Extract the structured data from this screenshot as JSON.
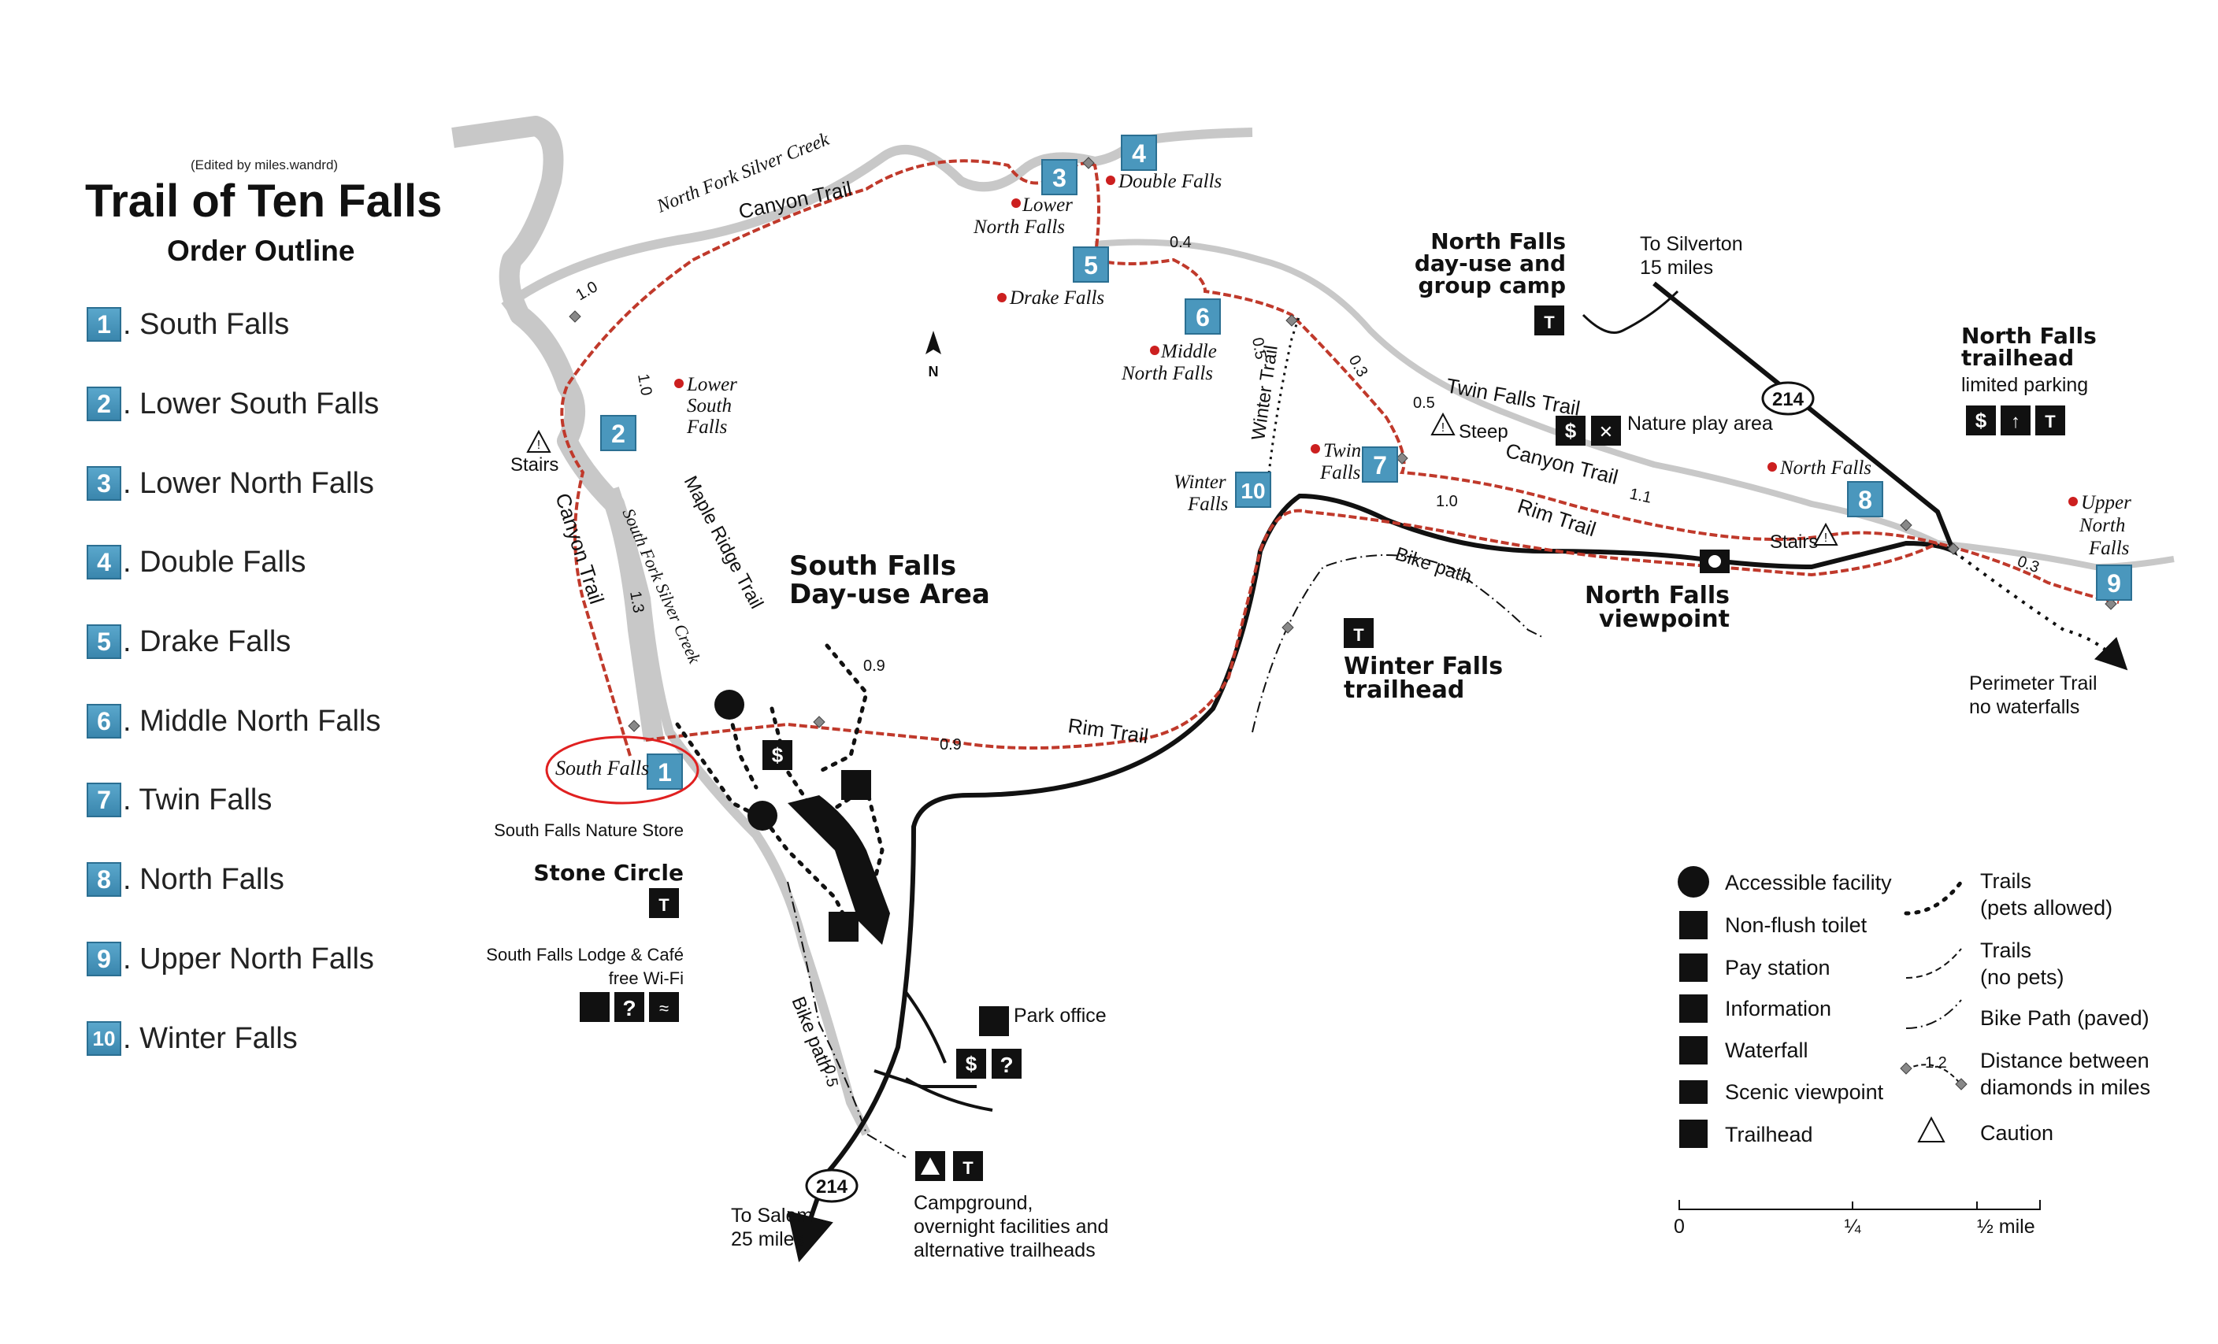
{
  "header": {
    "credit": "(Edited by miles.wandrd)",
    "title": "Trail of Ten Falls",
    "subtitle": "Order Outline"
  },
  "outline": [
    {
      "num": "1",
      "label": ". South Falls"
    },
    {
      "num": "2",
      "label": ". Lower South Falls"
    },
    {
      "num": "3",
      "label": ". Lower North Falls"
    },
    {
      "num": "4",
      "label": ". Double Falls"
    },
    {
      "num": "5",
      "label": ". Drake Falls"
    },
    {
      "num": "6",
      "label": ". Middle North Falls"
    },
    {
      "num": "7",
      "label": ". Twin Falls"
    },
    {
      "num": "8",
      "label": ". North Falls"
    },
    {
      "num": "9",
      "label": ". Upper North Falls"
    },
    {
      "num": "10",
      "label": ". Winter Falls"
    }
  ],
  "map": {
    "markers": [
      "1",
      "2",
      "3",
      "4",
      "5",
      "6",
      "7",
      "8",
      "9",
      "10"
    ],
    "falls": {
      "south": "South Falls",
      "lower_south": [
        "Lower",
        "South",
        "Falls"
      ],
      "lower_north": [
        "Lower",
        "North Falls"
      ],
      "double": "Double Falls",
      "drake": "Drake Falls",
      "middle_north": [
        "Middle",
        "North Falls"
      ],
      "twin": [
        "Twin",
        "Falls"
      ],
      "winter": [
        "Winter",
        "Falls"
      ],
      "north": "North Falls",
      "upper_north": [
        "Upper",
        "North",
        "Falls"
      ]
    },
    "trails": {
      "canyon": "Canyon Trail",
      "maple_ridge": "Maple Ridge Trail",
      "rim": "Rim Trail",
      "winter": "Winter Trail",
      "twin_falls": "Twin Falls Trail",
      "bike": "Bike path",
      "perimeter": [
        "Perimeter Trail",
        "no waterfalls"
      ]
    },
    "creeks": {
      "north_fork": "North Fork Silver Creek",
      "south_fork": "South Fork Silver Creek"
    },
    "distances": [
      "1.0",
      "1.0",
      "1.3",
      "0.4",
      "0.5",
      "0.3",
      "0.5",
      "1.1",
      "1.0",
      "0.9",
      "0.9",
      "0.3",
      "0.5"
    ],
    "areas": {
      "south_day_use": [
        "South Falls",
        "Day-use Area"
      ],
      "north_camp": [
        "North Falls",
        "day-use and",
        "group camp"
      ],
      "north_trailhead": [
        "North Falls",
        "trailhead"
      ],
      "limited_parking": "limited parking",
      "north_viewpoint": [
        "North Falls",
        "viewpoint"
      ],
      "winter_trailhead": [
        "Winter Falls",
        "trailhead"
      ],
      "stone_circle": "Stone Circle",
      "nature_store": "South Falls Nature Store",
      "lodge": [
        "South Falls Lodge & Café",
        "free Wi-Fi"
      ],
      "park_office": "Park office",
      "nature_play": "Nature play area",
      "campground": [
        "Campground,",
        "overnight facilities and",
        "alternative trailheads"
      ],
      "to_silverton": [
        "To Silverton",
        "15 miles"
      ],
      "to_salem": [
        "To Salem",
        "25 miles"
      ],
      "stairs": "Stairs",
      "steep": "Steep",
      "north_arrow": "N",
      "highway": "214"
    },
    "legend": {
      "left": [
        "Accessible facility",
        "Non-flush toilet",
        "Pay station",
        "Information",
        "Waterfall",
        "Scenic viewpoint",
        "Trailhead"
      ],
      "right": [
        [
          "Trails",
          "(pets allowed)"
        ],
        [
          "Trails",
          "(no pets)"
        ],
        [
          "Bike Path (paved)"
        ],
        [
          "Distance between",
          "diamonds in miles"
        ],
        [
          "Caution"
        ]
      ],
      "sample_distance": "1.2"
    },
    "scale": {
      "ticks": [
        "0",
        "¼",
        "½ mile"
      ]
    }
  },
  "colors": {
    "river": "#c8c8c8",
    "trail_red": "#c0392b",
    "badge": "#4a97bd",
    "ink": "#111111"
  }
}
